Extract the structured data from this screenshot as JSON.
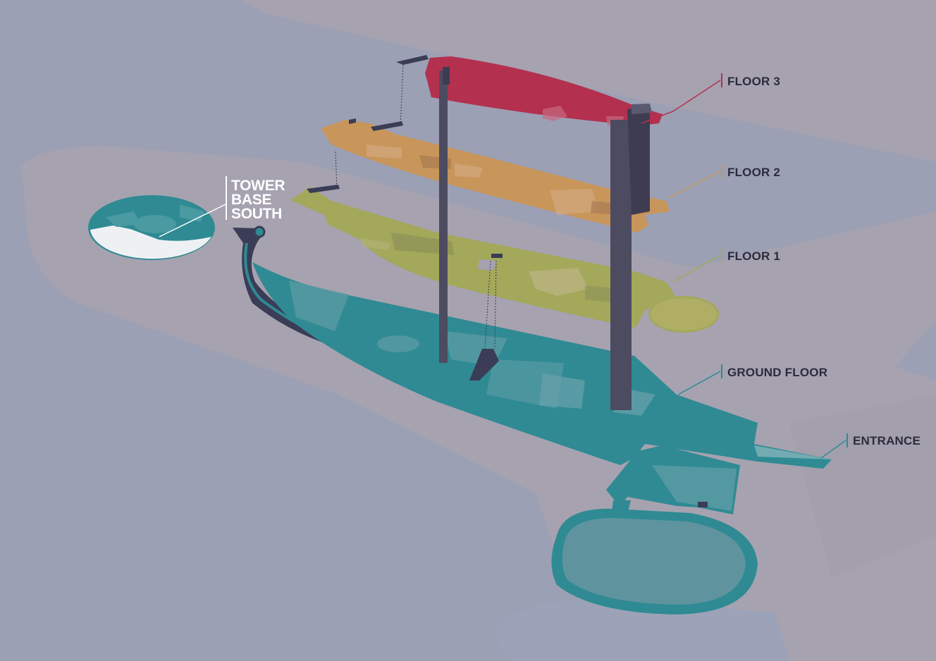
{
  "labels": {
    "floor_3": "FLOOR 3",
    "floor_2": "FLOOR 2",
    "floor_1": "FLOOR 1",
    "ground_floor": "GROUND FLOOR",
    "entrance": "ENTRANCE",
    "tower_base_south": [
      "TOWER",
      "BASE",
      "SOUTH"
    ]
  },
  "colors": {
    "background": "#9ba0b4",
    "ground_block": "#a6a2b0",
    "floor_3": "#b3304f",
    "floor_2": "#c8955a",
    "floor_1": "#a3a85a",
    "ground_floor": "#2f8a93",
    "pillar": "#4c4b60",
    "label_text": "#2c2b3d"
  }
}
